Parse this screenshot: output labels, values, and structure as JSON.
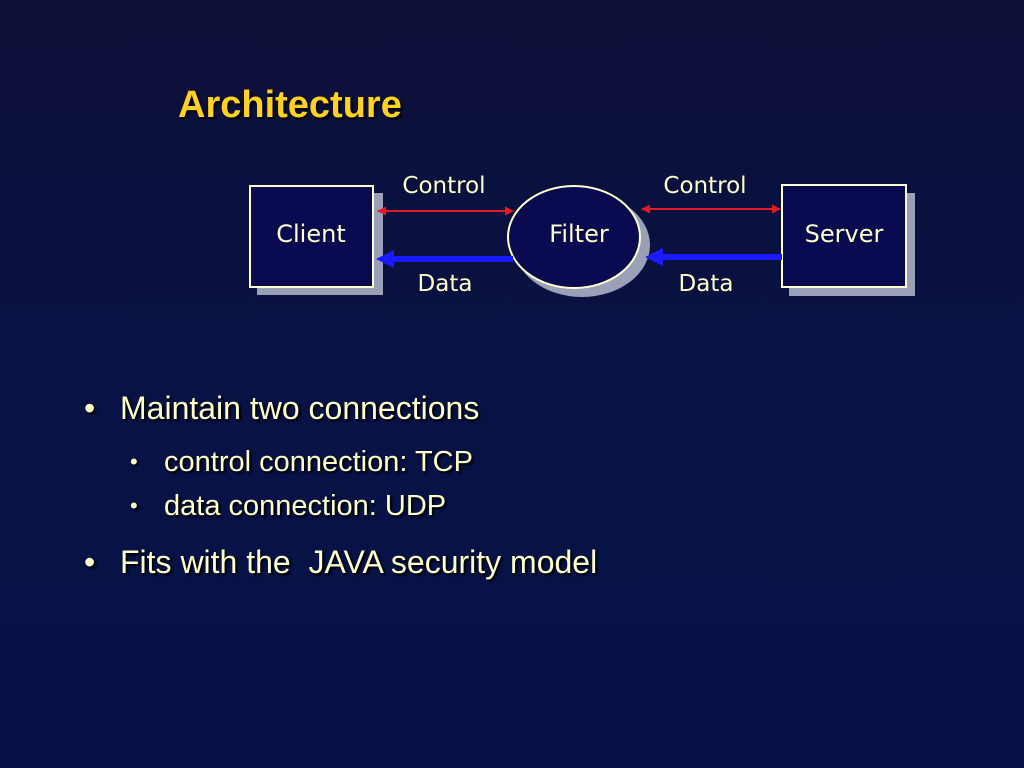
{
  "slide": {
    "title": "Architecture"
  },
  "diagram": {
    "nodes": {
      "client": "Client",
      "filter": "Filter",
      "server": "Server"
    },
    "edges": {
      "left_control": "Control",
      "left_data": "Data",
      "right_control": "Control",
      "right_data": "Data"
    },
    "colors": {
      "control_arrow": "#e31b23",
      "data_arrow": "#1a1aff",
      "node_fill": "#0a0a50",
      "node_border": "#ffffcc"
    }
  },
  "bullets": {
    "item1": "Maintain two connections",
    "item1_sub1": "control connection: TCP",
    "item1_sub2": "data connection: UDP",
    "item2": "Fits with the  JAVA security model"
  }
}
